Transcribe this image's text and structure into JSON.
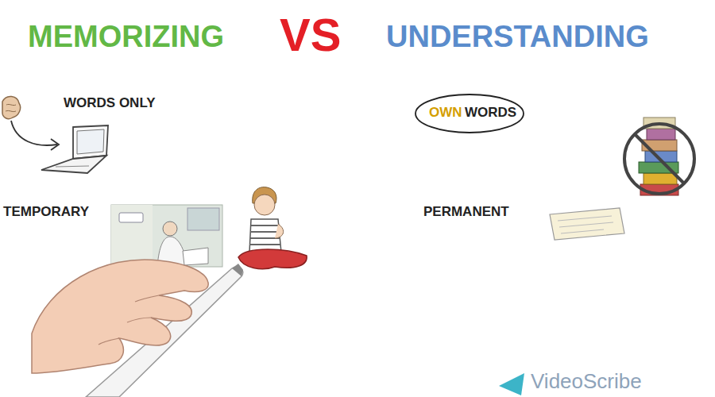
{
  "diagram": {
    "labels": [
      "MEMORIZING",
      "VS",
      "UNDERSTANDING",
      "WORDS ONLY",
      "OWN",
      "WORDS",
      "TEMPORARY",
      "PERMANENT",
      "VideoScribe"
    ]
  }
}
